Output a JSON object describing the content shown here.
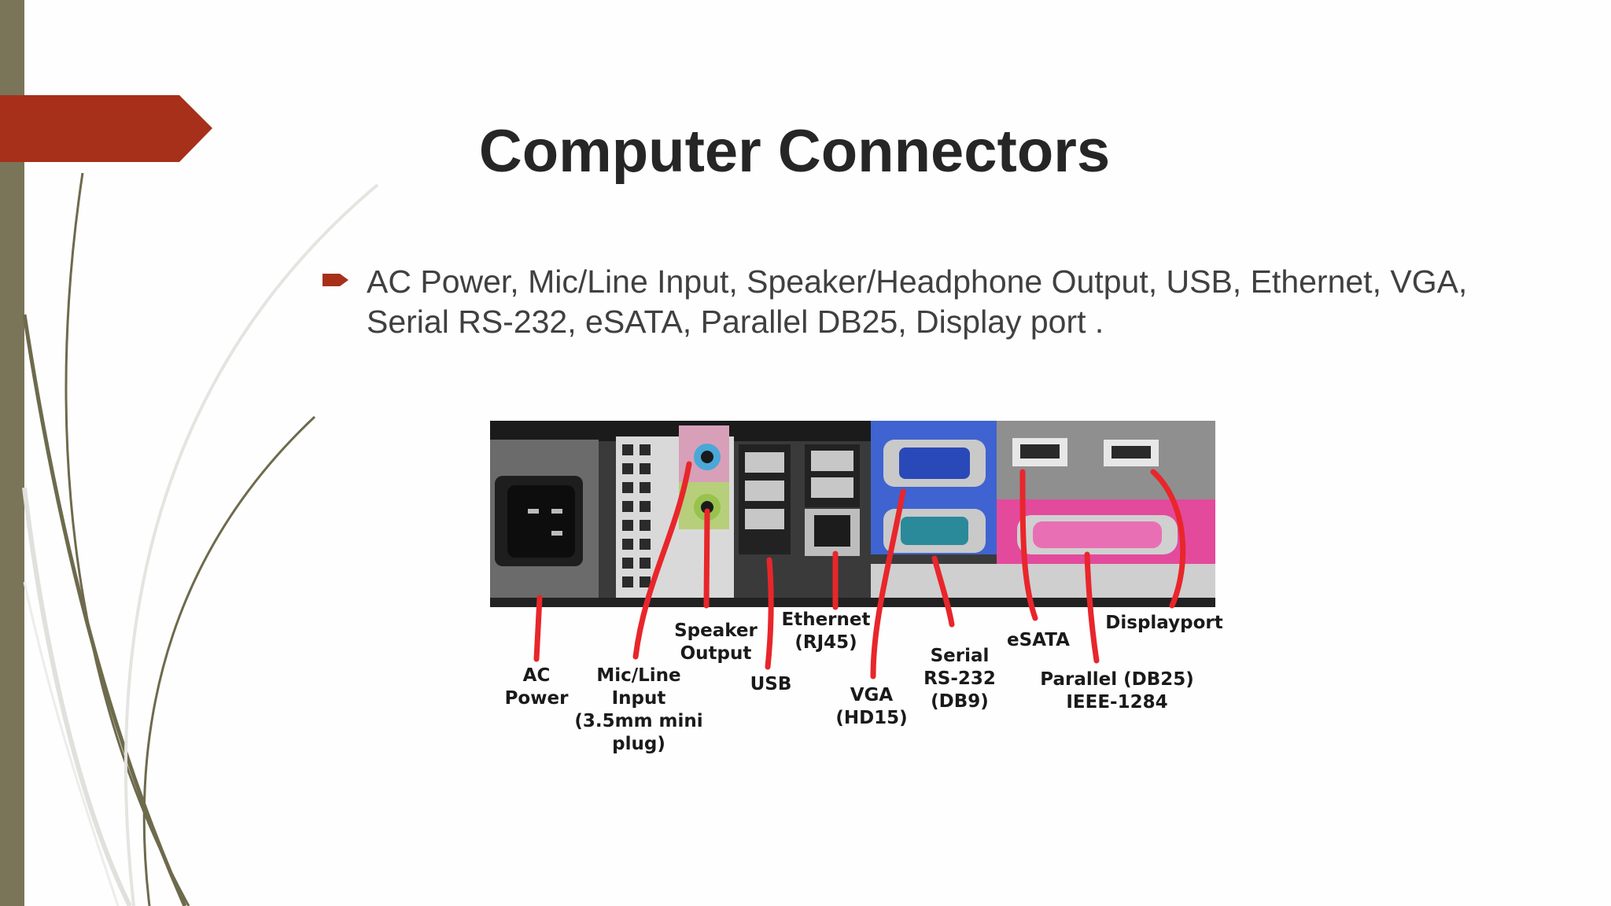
{
  "slide": {
    "title": "Computer Connectors",
    "bullet_icon": "arrow-bullet-icon",
    "bullet_text": "AC Power, Mic/Line Input, Speaker/Headphone Output, USB, Ethernet, VGA, Serial RS-232, eSATA, Parallel DB25, Display port  ."
  },
  "image": {
    "labels": {
      "ac_power": "AC\nPower",
      "mic_line": "Mic/Line\nInput\n(3.5mm mini\nplug)",
      "speaker": "Speaker\nOutput",
      "usb": "USB",
      "ethernet": "Ethernet\n(RJ45)",
      "vga": "VGA\n(HD15)",
      "serial": "Serial\nRS-232\n(DB9)",
      "esata": "eSATA",
      "parallel": "Parallel (DB25)\nIEEE-1284",
      "displayport": "Displayport"
    }
  },
  "colors": {
    "accent": "#a7301a",
    "side_bar": "#7a7558",
    "title": "#262626",
    "body_text": "#404040",
    "annotation_red": "#e8262b"
  }
}
